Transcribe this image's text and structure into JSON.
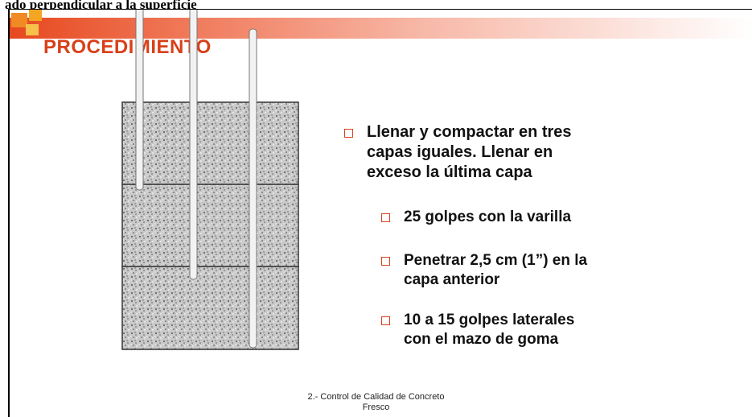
{
  "caption": "ado perpendicular a la superficie",
  "slide": {
    "title": "PROCEDIMIENTO",
    "bullets": [
      {
        "line1": "Llenar y compactar en tres",
        "line2": "capas iguales.  Llenar en",
        "line3": "exceso la última capa"
      }
    ],
    "sub_bullets": [
      {
        "line1": "25 golpes con la varilla",
        "line2": ""
      },
      {
        "line1": "Penetrar 2,5 cm (1”) en la",
        "line2": "capa anterior"
      },
      {
        "line1": "10 a 15 golpes laterales",
        "line2": "con el mazo de goma"
      }
    ],
    "footer": {
      "line1": "2.- Control de Calidad de Concreto",
      "line2": "Fresco"
    }
  },
  "colors": {
    "accent": "#d8401a",
    "title_bar": "#e6491f"
  }
}
